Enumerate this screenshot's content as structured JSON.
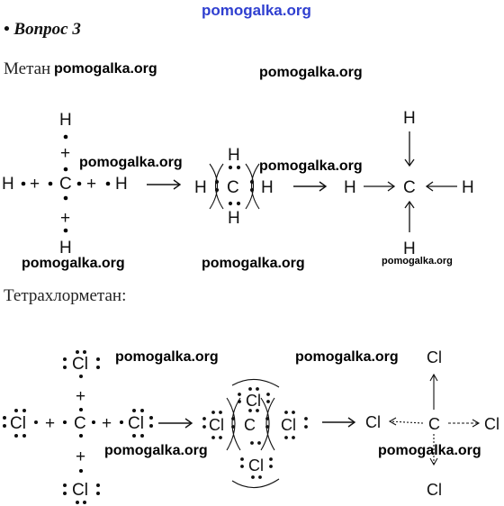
{
  "watermark": "pomogalka.org",
  "question_title": "• Вопрос 3",
  "sections": {
    "methane": "Метан",
    "tetrachloromethane": "Тетрахлорметан:"
  },
  "atoms": {
    "H": "H",
    "C": "C",
    "Cl": "Cl",
    "plus": "+"
  }
}
